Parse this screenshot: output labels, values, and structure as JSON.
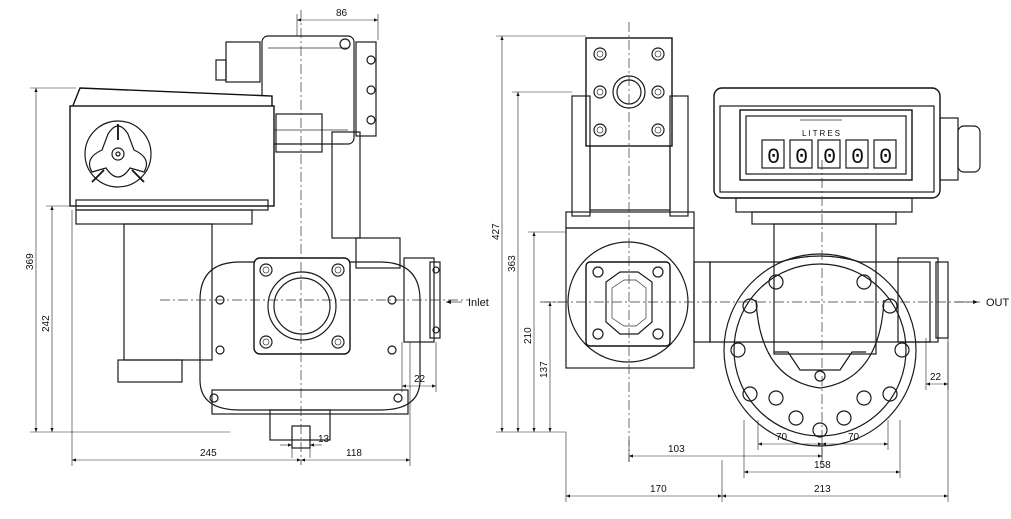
{
  "left_view": {
    "dims": {
      "top_width": "86",
      "total_height": "369",
      "flange_height": "242",
      "flange_offset": "22",
      "shaft_width": "13",
      "width_left": "245",
      "width_right": "118"
    },
    "inlet_label": "Inlet"
  },
  "right_view": {
    "counter_label": "LITRES",
    "counter_digits": [
      "0",
      "0",
      "0",
      "0",
      "0"
    ],
    "outlet_label": "OUT",
    "dims": {
      "total_height": "427",
      "body_height": "363",
      "port_height": "210",
      "base_height": "137",
      "flange_offset": "22",
      "port_offset": "103",
      "bolt_left": "70",
      "bolt_right": "70",
      "bolt_span": "158",
      "width_left": "170",
      "width_right": "213"
    }
  }
}
